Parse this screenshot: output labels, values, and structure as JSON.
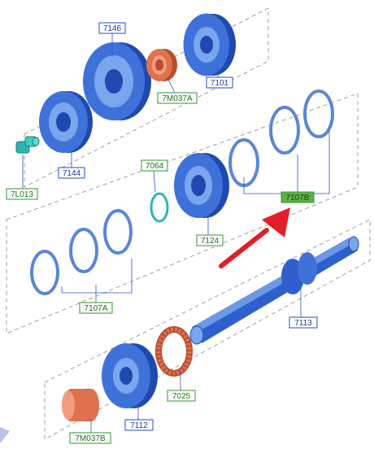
{
  "colors": {
    "part_blue": "#3f72d9",
    "part_blue_dark": "#1f48b0",
    "part_blue_light": "#7aa6ee",
    "ring_light": "#8fb1e6",
    "roller_orange": "#e0714e",
    "teal": "#2bb7b0",
    "label_blue_border": "#1f4fbf",
    "label_green_border": "#2f9a2f",
    "label_green_fill": "#5fb14a",
    "arrow_red": "#e41e26",
    "leader_line": "#2a55c0"
  },
  "labels": {
    "p7146": "7146",
    "p7101": "7101",
    "p7m037a": "7M037A",
    "p7144": "7144",
    "p7l013": "7L013",
    "p7064": "7064",
    "p7124": "7124",
    "p7107b": "7107B",
    "p7107a": "7107A",
    "p7113": "7113",
    "p7025": "7025",
    "p7112": "7112",
    "p7m037b": "7M037B"
  }
}
